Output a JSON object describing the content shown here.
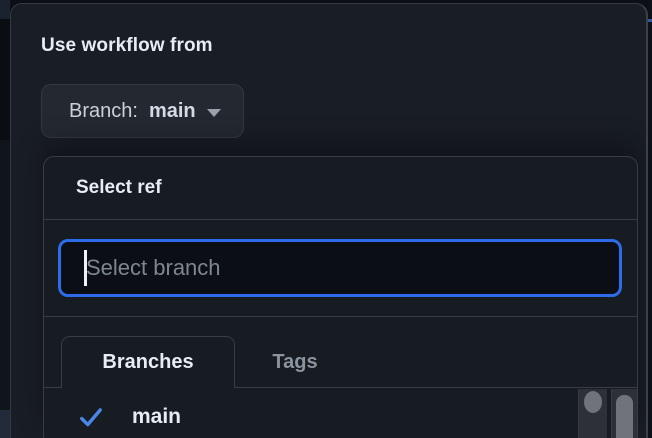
{
  "workflow_dialog": {
    "heading": "Use workflow from",
    "branch_selector": {
      "label_prefix": "Branch:",
      "selected_branch": "main",
      "caret_icon": "caret-down-icon"
    },
    "ref_menu": {
      "title": "Select ref",
      "search": {
        "placeholder": "Select branch",
        "value": ""
      },
      "tabs": [
        {
          "label": "Branches",
          "active": true
        },
        {
          "label": "Tags",
          "active": false
        }
      ],
      "active_tab": "Branches",
      "branches": [
        {
          "name": "main",
          "selected": true,
          "icon": "check-icon"
        }
      ]
    }
  },
  "colors": {
    "accent_focus": "#2e6be8",
    "check_blue": "#4c85e8",
    "text_primary": "#e6edf3",
    "text_secondary": "#8b949e",
    "placeholder": "#7e8790",
    "dialog_bg": "#191d25",
    "panel_bg": "#171b22",
    "input_bg": "#0b0e14",
    "border": "#363d46",
    "button_bg": "#242931",
    "scroll_track": "#2d3036",
    "scroll_thumb": "#707379",
    "page_accent_line": "#35599f"
  }
}
